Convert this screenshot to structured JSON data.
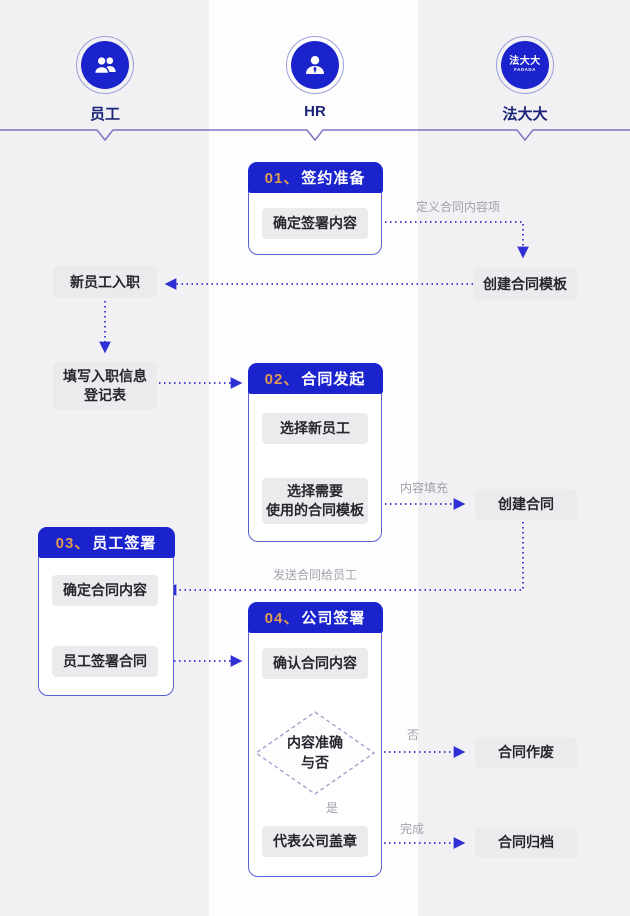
{
  "colors": {
    "brand_blue": "#1b23cc",
    "accent_orange": "#e09a50",
    "lane_gray": "#f1f1f3",
    "lane_white": "#fdfdfe",
    "node_gray": "#ebebee",
    "arrow_blue": "#2f2fd3",
    "edge_label_gray": "#a0a0ab",
    "section_border": "#5a60cf",
    "timeline_purple": "#7d76c2",
    "lane_label_navy": "#1b2478"
  },
  "lanes": [
    {
      "label": "员工",
      "icon": "employees-icon"
    },
    {
      "label": "HR",
      "icon": "hr-person-icon"
    },
    {
      "label": "法大大",
      "icon": "fadada-logo-icon",
      "logo_text": "法大大",
      "logo_subtext": "FADADA"
    }
  ],
  "sections": [
    {
      "number": "01、",
      "title": "签约准备",
      "steps": [
        "确定签署内容"
      ]
    },
    {
      "number": "02、",
      "title": "合同发起",
      "steps": [
        "选择新员工",
        "选择需要\n使用的合同模板"
      ]
    },
    {
      "number": "03、",
      "title": "员工签署",
      "steps": [
        "确定合同内容",
        "员工签署合同"
      ]
    },
    {
      "number": "04、",
      "title": "公司签署",
      "steps": [
        "确认合同内容",
        "代表公司盖章"
      ],
      "decision": "内容准确\n与否"
    }
  ],
  "nodes": {
    "new_employee_onboarding": "新员工入职",
    "fill_onboarding_form": "填写入职信息\n登记表",
    "create_contract_template": "创建合同模板",
    "create_contract": "创建合同",
    "contract_void": "合同作废",
    "contract_archive": "合同归档"
  },
  "edge_labels": {
    "define_items": "定义合同内容项",
    "content_fill": "内容填充",
    "send_contract": "发送合同给员工",
    "no": "否",
    "yes": "是",
    "done": "完成"
  }
}
